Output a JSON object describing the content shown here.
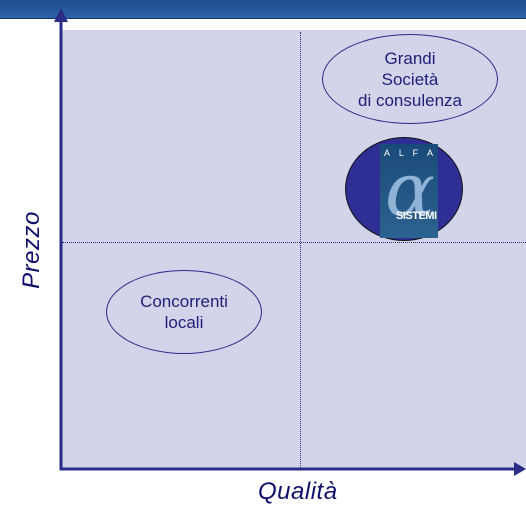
{
  "diagram": {
    "axis_y_label": "Prezzo",
    "axis_x_label": "Qualità",
    "big_consulting": {
      "lines": [
        "Grandi",
        "Società",
        "di consulenza"
      ]
    },
    "local_competitors": {
      "lines": [
        "Concorrenti",
        "locali"
      ]
    },
    "logo": {
      "letters": [
        "A",
        "L",
        "F",
        "A"
      ],
      "symbol": "α",
      "word": "SISTEMI"
    }
  },
  "colors": {
    "plot_background": "#d3d3ea",
    "axis": "#2b2b88",
    "text": "#20207a",
    "logo_circle": "#2e2e94",
    "top_band": "#1f4e8c"
  }
}
